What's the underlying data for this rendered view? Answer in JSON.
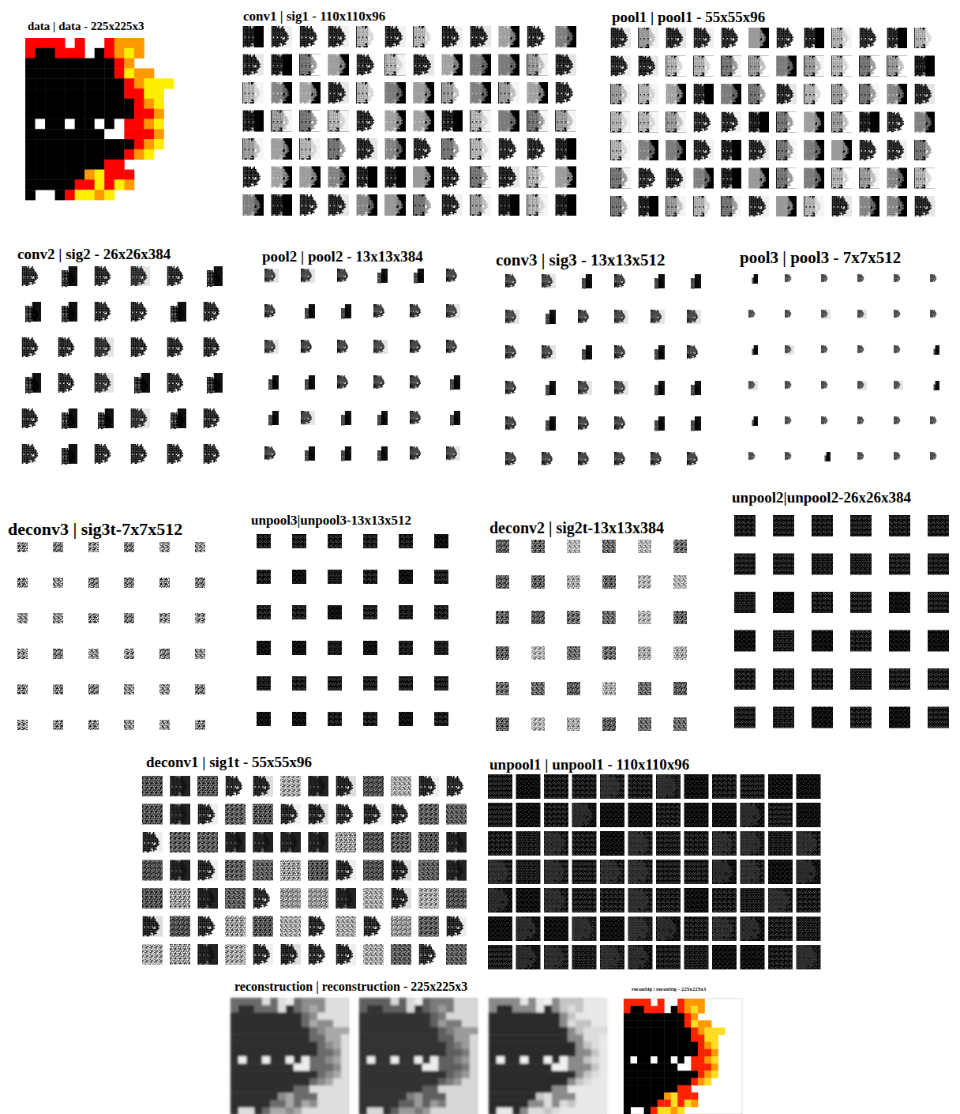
{
  "diagram": {
    "labels": [
      "data | data - 225x225x3",
      "conv1 | sig1 - 110x110x96",
      "pool1 | pool1 - 55x55x96",
      "conv2 | sig2 - 26x26x384",
      "pool2 | pool2 - 13x13x384",
      "conv3 | sig3 - 13x13x512",
      "pool3 | pool3 - 7x7x512",
      "deconv3 | sig3t-7x7x512",
      "unpool3|unpool3-13x13x512",
      "deconv2 | sig2t-13x13x384",
      "unpool2|unpool2-26x26x384",
      "deconv1 | sig1t - 55x55x96",
      "unpool1 | unpool1 - 110x110x96",
      "reconstruction | reconstruction - 225x225x3",
      "reconSig | reconSig - 225x225x3"
    ]
  }
}
